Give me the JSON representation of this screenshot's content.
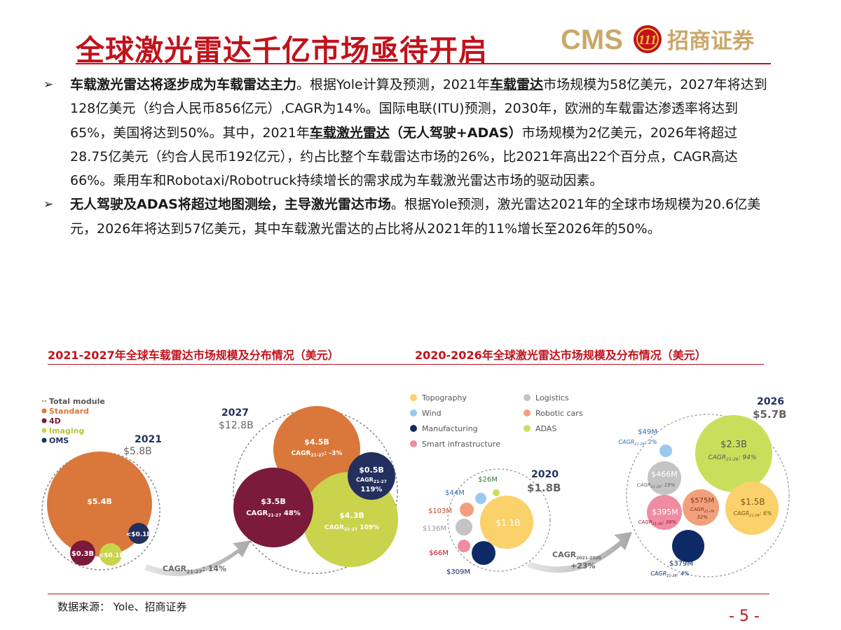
{
  "slide": {
    "title": "全球激光雷达千亿市场亟待开启",
    "logo_text": "CMS",
    "logo_badge": "111",
    "logo_cn": "招商证券",
    "page_number": "- 5 -",
    "source": "数据来源： Yole、招商证券"
  },
  "bullets": [
    {
      "segments": [
        {
          "t": "车载激光雷达将逐步成为车载雷达主力",
          "s": "b"
        },
        {
          "t": "。根据Yole计算及预测，2021年",
          "s": ""
        },
        {
          "t": "车载雷达",
          "s": "u"
        },
        {
          "t": "市场规模为58亿美元，2027年将达到128亿美元（约合人民币856亿元）,CAGR为14%。国际电联(ITU)预测，2030年，欧洲的车载雷达渗透率将达到65%，美国将达到50%。其中，2021年",
          "s": ""
        },
        {
          "t": "车载激光雷达",
          "s": "u"
        },
        {
          "t": "（无人驾驶+ADAS）",
          "s": "b"
        },
        {
          "t": "市场规模为2亿美元，2026年将超过28.75亿美元（约合人民币192亿元），约占比整个车载雷达市场的26%，比2021年高出22个百分点，CAGR高达66%。乘用车和Robotaxi/Robotruck持续增长的需求成为车载激光雷达市场的驱动因素。",
          "s": ""
        }
      ]
    },
    {
      "segments": [
        {
          "t": "无人驾驶及ADAS将超过地图测绘，主导激光雷达市场",
          "s": "b"
        },
        {
          "t": "。根据Yole预测，激光雷达2021年的全球市场规模为20.6亿美元，2026年将达到57亿美元，其中车载激光雷达的占比将从2021年的11%增长至2026年的50%。",
          "s": ""
        }
      ]
    }
  ],
  "captions": {
    "left": "2021-2027年全球车载雷达市场规模及分布情况（美元）",
    "right": "2020-2026年全球激光雷达市场规模及分布情况（美元）"
  },
  "colors": {
    "accent": "#c0131c",
    "standard": "#d9783a",
    "four_d": "#7b1a3a",
    "imaging": "#c9d34b",
    "oms": "#23305e",
    "topography": "#fad16b",
    "wind": "#9cc8ee",
    "manufacturing": "#0e2a66",
    "smart_infrastructure": "#ee8ca3",
    "logistics": "#c4c4c4",
    "robotic_cars": "#f1a07b",
    "adas": "#c9df5c"
  },
  "left_chart": {
    "legend": [
      {
        "label": "Total module",
        "color": "#888888",
        "dashed": true
      },
      {
        "label": "Standard",
        "color": "#d9783a"
      },
      {
        "label": "4D",
        "color": "#7b1a3a"
      },
      {
        "label": "Imaging",
        "color": "#c9d34b"
      },
      {
        "label": "OMS",
        "color": "#23305e"
      }
    ],
    "year_2021": "2021",
    "total_2021": "$5.8B",
    "year_2027": "2027",
    "total_2027": "$12.8B",
    "cagr_arrow": "CAGR",
    "cagr_sub": "21-27",
    "cagr_value": ": 14%",
    "bubbles_2021": [
      {
        "label": "$5.4B",
        "color": "#d9783a"
      },
      {
        "label": "$0.3B",
        "color": "#7b1a3a"
      },
      {
        "label": "<$0.1B",
        "color": "#c9d34b"
      },
      {
        "label": "<$0.1B",
        "color": "#23305e"
      }
    ],
    "bubbles_2027": [
      {
        "label": "$4.5B",
        "cagr": ": -3%",
        "color": "#d9783a"
      },
      {
        "label": "$0.5B",
        "cagr": "119%",
        "color": "#23305e"
      },
      {
        "label": "$3.5B",
        "cagr": " 48%",
        "color": "#7b1a3a"
      },
      {
        "label": "$4.3B",
        "cagr": " 109%",
        "color": "#c9d34b"
      }
    ]
  },
  "right_chart": {
    "legend": [
      {
        "label": "Topography",
        "color": "#fad16b"
      },
      {
        "label": "Wind",
        "color": "#9cc8ee"
      },
      {
        "label": "Manufacturing",
        "color": "#0e2a66"
      },
      {
        "label": "Smart infrastructure",
        "color": "#ee8ca3"
      },
      {
        "label": "Logistics",
        "color": "#c4c4c4"
      },
      {
        "label": "Robotic cars",
        "color": "#f1a07b"
      },
      {
        "label": "ADAS",
        "color": "#c9df5c"
      }
    ],
    "year_2020": "2020",
    "total_2020": "$1.8B",
    "year_2026": "2026",
    "total_2026": "$5.7B",
    "cagr_arrow": "CAGR",
    "cagr_sub": "2021-2026",
    "cagr_value": "+23%",
    "bubbles_2020": [
      {
        "label": "$1.1B",
        "color": "#fad16b"
      },
      {
        "label": "$26M",
        "color": "#c9df5c"
      },
      {
        "label": "$44M",
        "color": "#9cc8ee"
      },
      {
        "label": "$103M",
        "color": "#f1a07b"
      },
      {
        "label": "$136M",
        "color": "#c4c4c4"
      },
      {
        "label": "$66M",
        "color": "#ee8ca3"
      },
      {
        "label": "$309M",
        "color": "#0e2a66"
      }
    ],
    "bubbles_2026": [
      {
        "label": "$2.3B",
        "cagr_sub": "21-26",
        "cagr": ": 94%",
        "color": "#c9df5c"
      },
      {
        "label": "$49M",
        "cagr_sub": "21-26",
        "cagr": ": 2%",
        "color": "#9cc8ee"
      },
      {
        "label": "$466M",
        "cagr_sub": "21-26",
        "cagr": ": 19%",
        "color": "#c4c4c4"
      },
      {
        "label": "$575M",
        "cagr_sub": "21-26",
        "cagr": "32%",
        "color": "#f1a07b"
      },
      {
        "label": "$395M",
        "cagr_sub": "21-26",
        "cagr": ": 38%",
        "color": "#ee8ca3"
      },
      {
        "label": "$1.5B",
        "cagr_sub": "21-26",
        "cagr": ": 6%",
        "color": "#fad16b"
      },
      {
        "label": "$379M",
        "cagr_sub": "21-26",
        "cagr": ": 4%",
        "color": "#0e2a66"
      }
    ]
  }
}
